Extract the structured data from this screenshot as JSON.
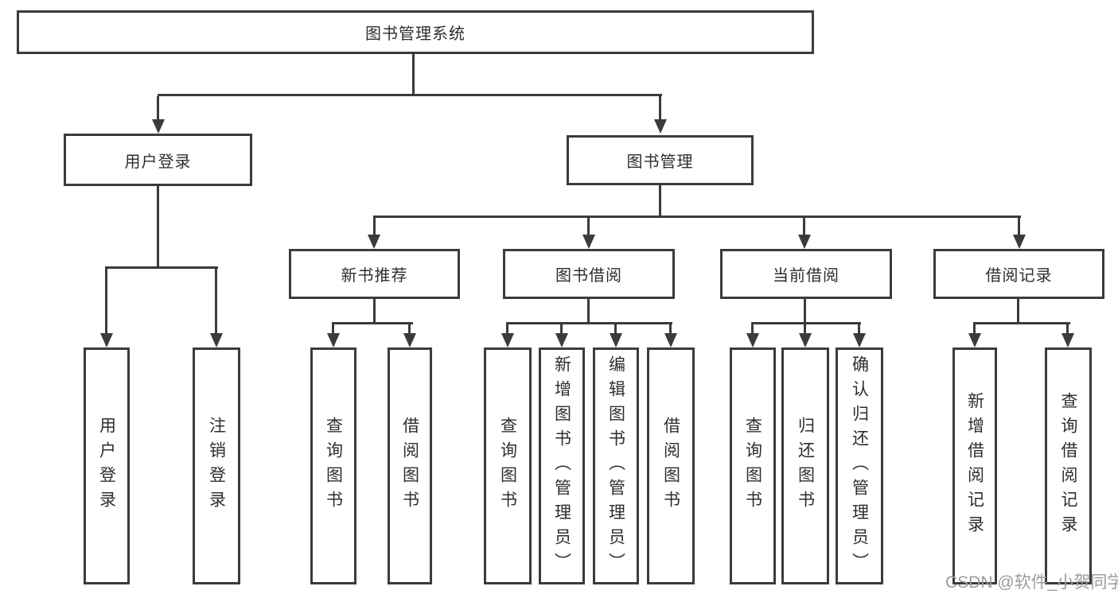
{
  "diagram": {
    "root": "图书管理系统",
    "level2": {
      "user_login": "用户登录",
      "book_mgmt": "图书管理"
    },
    "level3": {
      "new_books": "新书推荐",
      "borrow": "图书借阅",
      "current": "当前借阅",
      "records": "借阅记录"
    },
    "leaves": {
      "login": "用户登录",
      "logout": "注销登录",
      "nb_query": "查询图书",
      "nb_borrow": "借阅图书",
      "bw_query": "查询图书",
      "bw_add": "新增图书（管理员）",
      "bw_edit": "编辑图书（管理员）",
      "bw_borrow": "借阅图书",
      "cur_query": "查询图书",
      "cur_return": "归还图书",
      "cur_confirm": "确认归还（管理员）",
      "rec_add": "新增借阅记录",
      "rec_query": "查询借阅记录"
    }
  },
  "watermark": "CSDN @软件_小贺同学",
  "colors": {
    "line": "#3b3b3b",
    "text": "#2e2e2e",
    "watermark": "#9c9c9c",
    "background": "#ffffff"
  }
}
